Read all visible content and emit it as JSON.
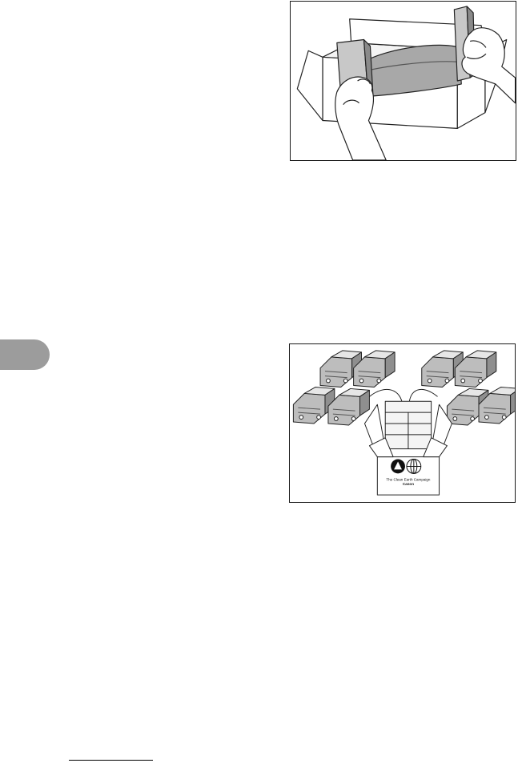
{
  "figures": [
    {
      "id": "unpacking-toner-illustration",
      "icons": [
        "hand-icon",
        "shipping-box-icon",
        "packing-foam-icon"
      ]
    },
    {
      "id": "toner-recycling-illustration",
      "icons": [
        "toner-cartridge-icon",
        "shipping-box-icon",
        "recycle-logo-icon",
        "globe-icon"
      ],
      "recycle_box": {
        "campaign_label": "The Clean Earth Campaign",
        "brand_label": "Canon"
      }
    }
  ],
  "side_tab": {
    "color": "#9c9c9c"
  }
}
